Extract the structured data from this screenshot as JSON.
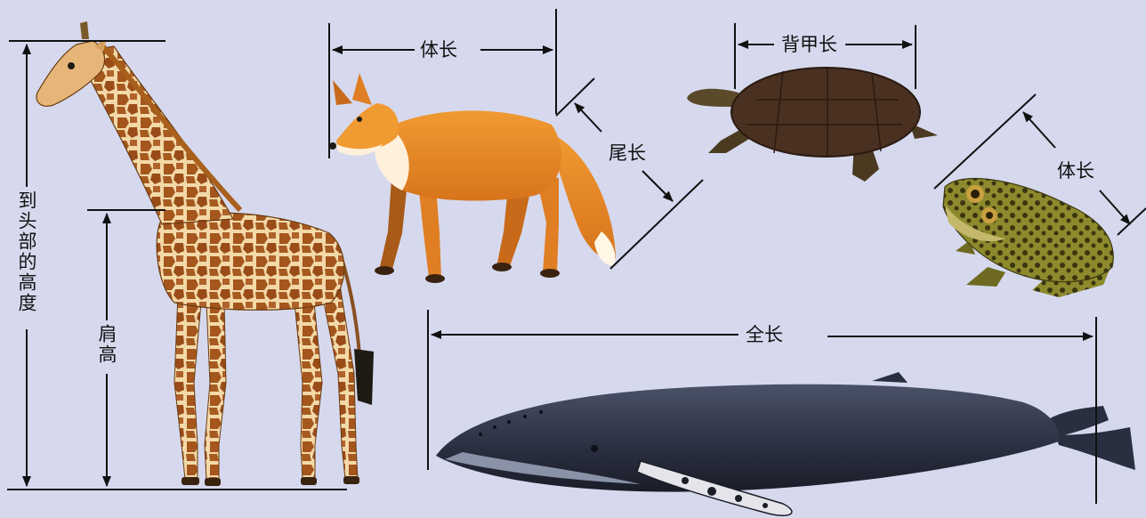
{
  "labels": {
    "giraffe_total_height": "到头部的高度",
    "giraffe_shoulder_height": "肩高",
    "fox_body_length": "体长",
    "fox_tail_length": "尾长",
    "turtle_shell_length": "背甲长",
    "frog_body_length": "体长",
    "whale_total_length": "全长"
  },
  "colors": {
    "background": "#d6d9ee",
    "measure_line": "#111111",
    "giraffe": "#c8842c",
    "fox": "#e8862a",
    "turtle": "#4a3020",
    "frog": "#6e6a22",
    "whale": "#2e3444"
  }
}
